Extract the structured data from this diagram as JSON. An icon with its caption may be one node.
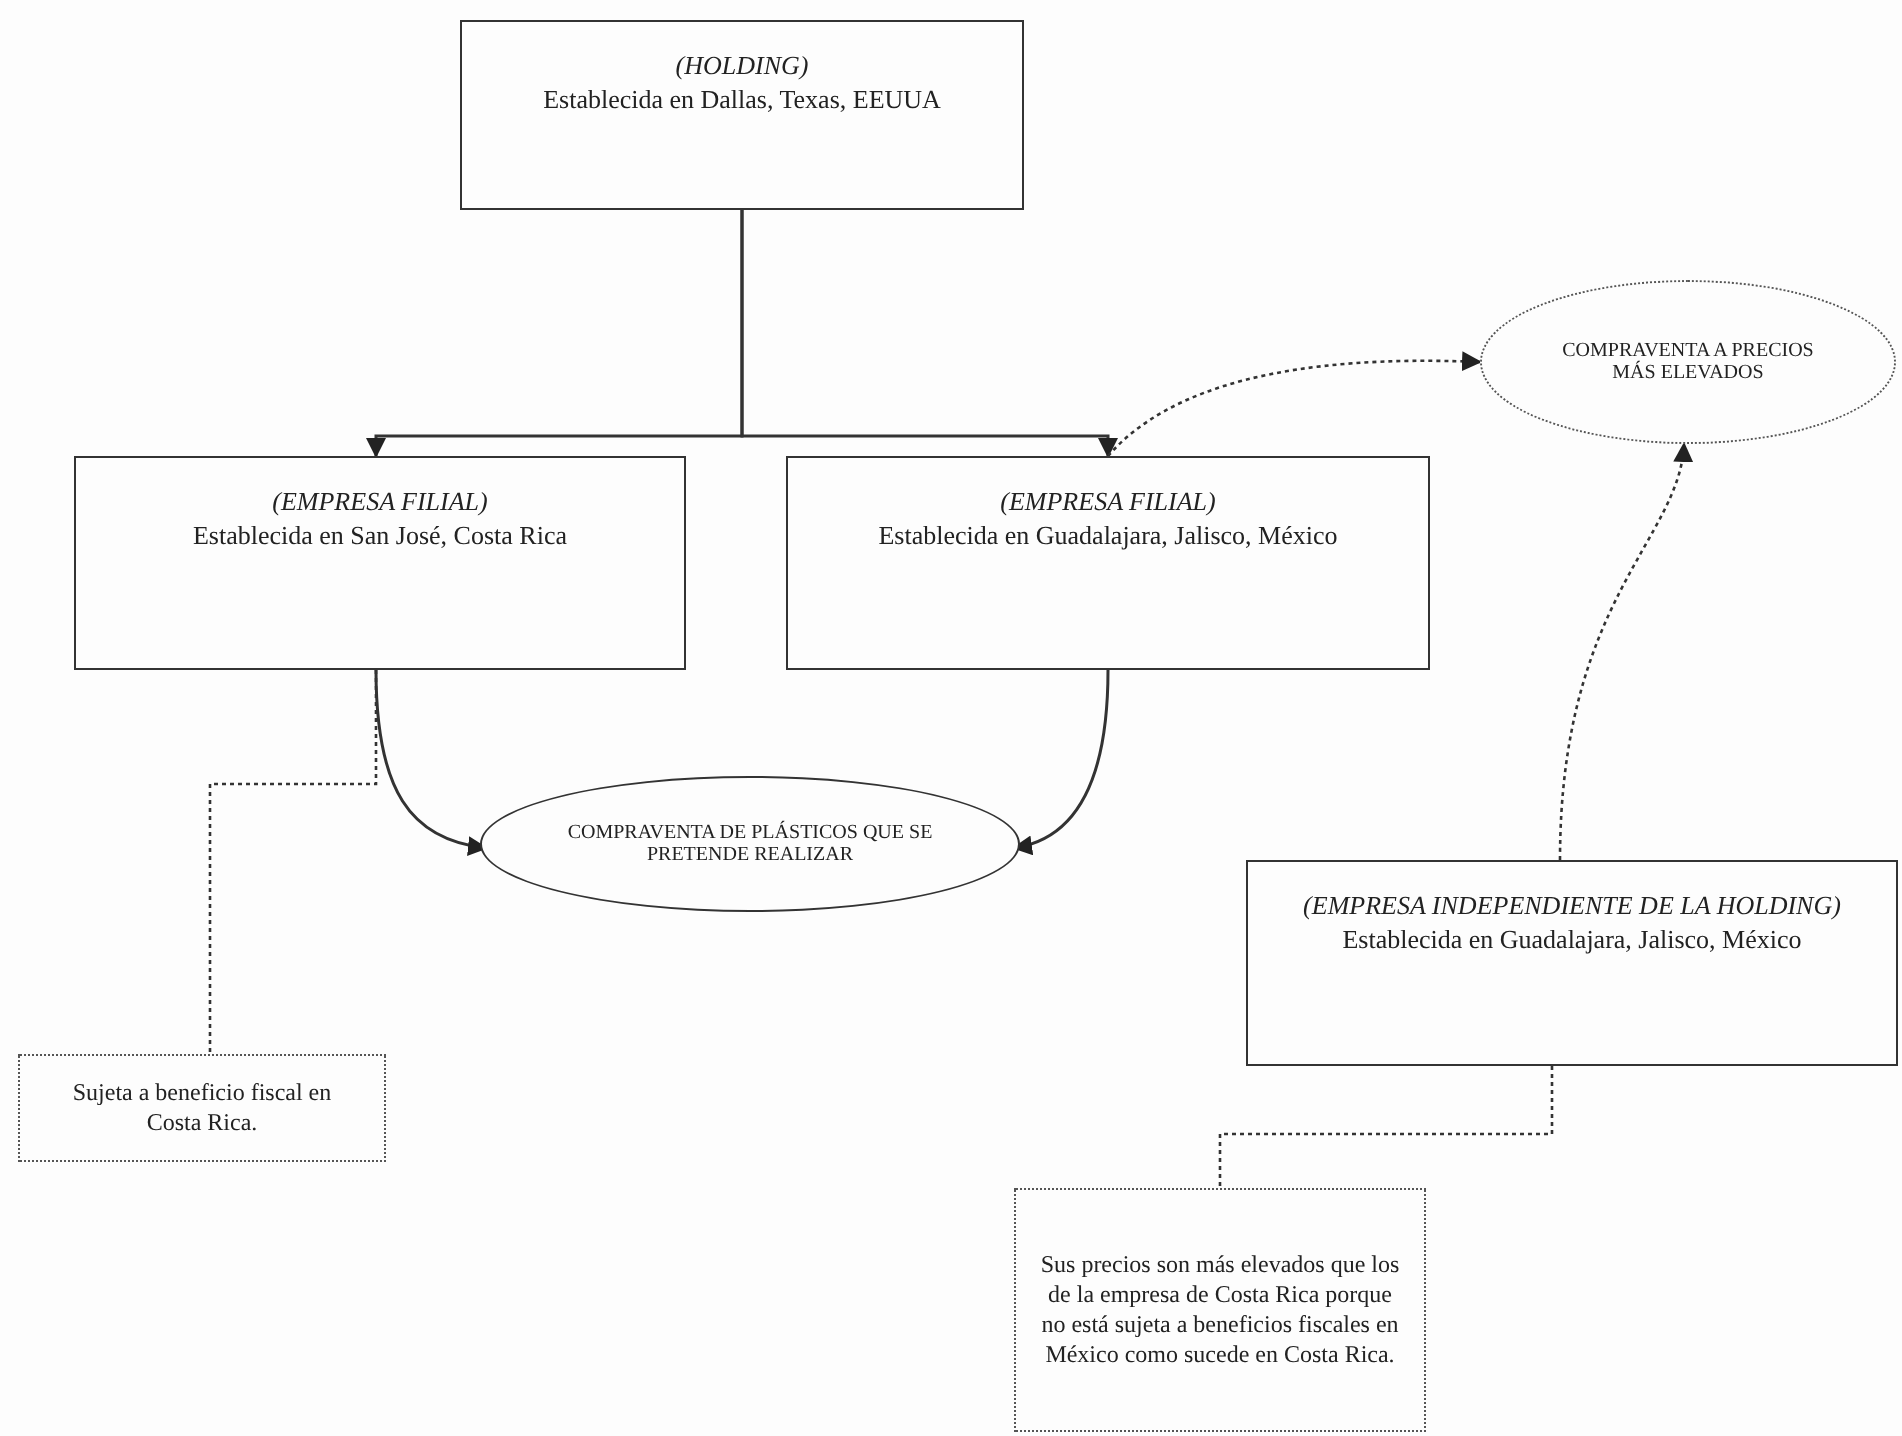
{
  "diagram": {
    "nodes": [
      {
        "text": [
          "(HOLDING)",
          "Establecida en Dallas, Texas, EEUUA"
        ]
      },
      {
        "text": [
          "(EMPRESA FILIAL)",
          "Establecida en San José, Costa Rica"
        ]
      },
      {
        "text": [
          "(EMPRESA FILIAL)",
          "Establecida en Guadalajara, Jalisco, México"
        ]
      },
      {
        "text": [
          "COMPRAVENTA A PRECIOS MÁS ELEVADOS"
        ]
      },
      {
        "text": [
          "COMPRAVENTA DE PLÁSTICOS QUE SE PRETENDE REALIZAR"
        ]
      },
      {
        "text": [
          "(EMPRESA INDEPENDIENTE DE LA HOLDING)",
          "Establecida en Guadalajara, Jalisco, México"
        ]
      },
      {
        "text": [
          "Sujeta a beneficio fiscal en Costa Rica."
        ]
      },
      {
        "text": [
          "Sus precios son más elevados que los de la empresa de Costa Rica porque no está sujeta a beneficios fiscales en México como sucede en Costa Rica."
        ]
      }
    ],
    "edges": [
      {
        "from": 0,
        "to": 1,
        "arrow": "to"
      },
      {
        "from": 0,
        "to": 2,
        "arrow": "to"
      },
      {
        "from": 2,
        "to": 3,
        "arrow": "to",
        "style": "dashed"
      },
      {
        "from": 1,
        "to": 4,
        "arrow": "to"
      },
      {
        "from": 2,
        "to": 4,
        "arrow": "to"
      },
      {
        "from": 5,
        "to": 3,
        "arrow": "to",
        "style": "dashed"
      },
      {
        "from": 1,
        "to": 6,
        "arrow": "none",
        "style": "dashed"
      },
      {
        "from": 5,
        "to": 7,
        "arrow": "none",
        "style": "dashed"
      }
    ]
  }
}
